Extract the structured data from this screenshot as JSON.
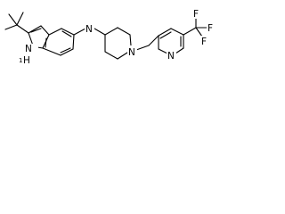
{
  "structure": {
    "atom_labels": {
      "indole_nh": {
        "element": "H",
        "subscript_text": "1",
        "main": "H",
        "prefix": "1",
        "full": "HN"
      },
      "amine_n": "N",
      "piperidine_n": "N",
      "pyridine_n": "N",
      "fluorine_top": "F",
      "fluorine_right": "F",
      "fluorine_bottom": "F"
    },
    "nh_label": {
      "sub": "1",
      "h": "H",
      "n": "N"
    }
  },
  "colors": {
    "bond": "#000000",
    "text": "#000000",
    "background": "#ffffff"
  }
}
